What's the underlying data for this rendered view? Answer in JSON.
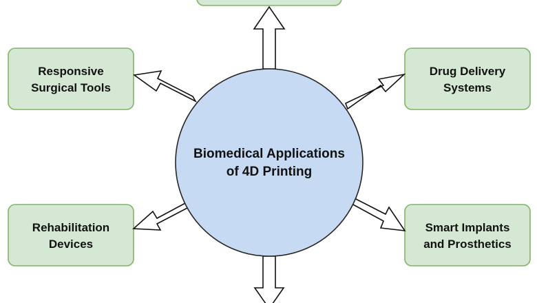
{
  "colors": {
    "center_fill": "#c7daf3",
    "center_stroke": "#252525",
    "node_fill": "#d5e8d4",
    "node_stroke": "#82b366",
    "arrow_fill": "#ffffff",
    "arrow_stroke": "#111111"
  },
  "center": {
    "line1": "Biomedical Applications",
    "line2": "of 4D Printing"
  },
  "nodes": {
    "top": {
      "line1": ""
    },
    "top_left": {
      "line1": "Responsive",
      "line2": "Surgical Tools"
    },
    "top_right": {
      "line1": "Drug Delivery",
      "line2": "Systems"
    },
    "bottom_left": {
      "line1": "Rehabilitation",
      "line2": "Devices"
    },
    "bottom_right": {
      "line1": "Smart Implants",
      "line2": "and Prosthetics"
    }
  }
}
